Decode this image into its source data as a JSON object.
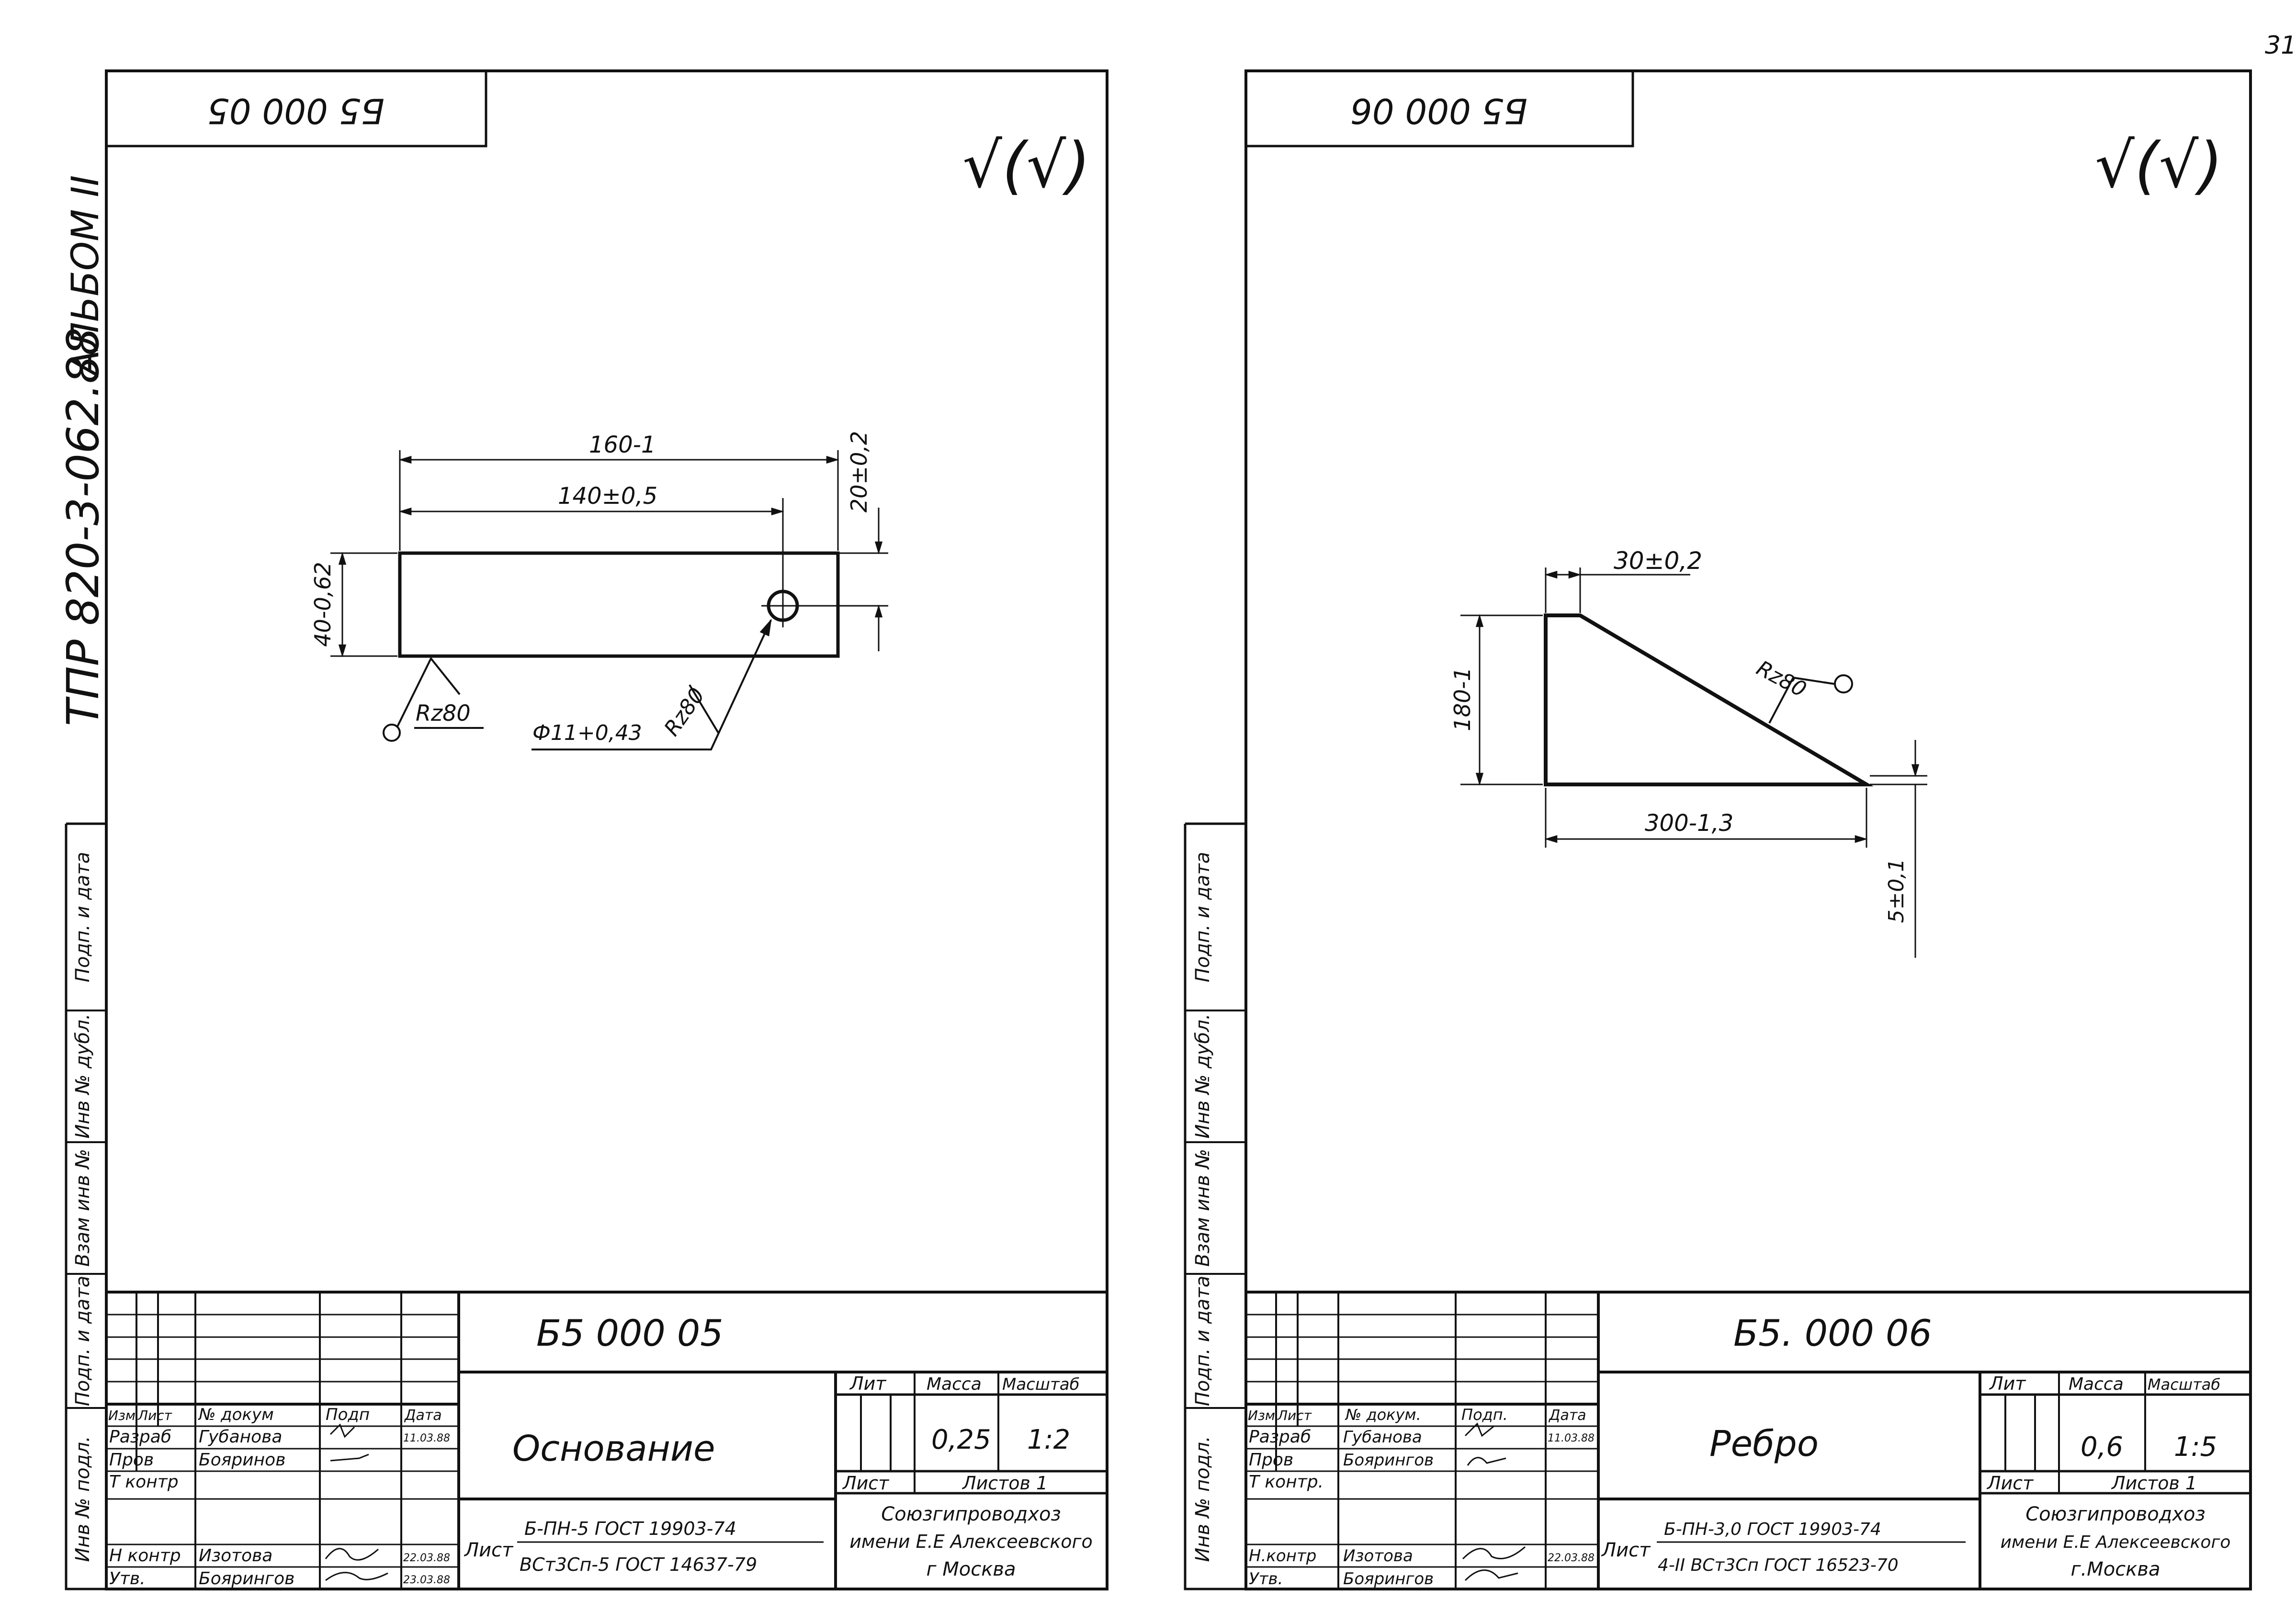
{
  "page_number": "31",
  "binding": {
    "album": "АЛЬБОМ II",
    "project": "ТПР 820-3-062.88"
  },
  "side_stamp": [
    "Инв № подл.",
    "Подп. и дата",
    "Взам инв №",
    "Инв № дубл.",
    "Подп. и дата"
  ],
  "drawings": [
    {
      "code_top": "Б5 000 05",
      "roughness": "√(√)",
      "dims": {
        "length": "160-1",
        "hole_pos": "140±0,5",
        "height": "40-0,62",
        "hole_offset": "20±0,2",
        "rough1": "Rz80",
        "rough2": "Rz80",
        "hole": "Ф11+0,43"
      },
      "title_block": {
        "designation": "Б5 000 05",
        "name": "Основание",
        "headers": [
          "Изм",
          "Лист",
          "№ докум",
          "Подп",
          "Дата"
        ],
        "roles": [
          "Разраб",
          "Пров",
          "Т контр",
          "",
          "Н контр",
          "Утв."
        ],
        "people": [
          "Губанова",
          "Бояринов",
          "",
          "",
          "Изотова",
          "Боярингов"
        ],
        "dates": [
          "11.03.88",
          "",
          "",
          "",
          "22.03.88",
          "23.03.88"
        ],
        "lit": "Лит",
        "mass_label": "Масса",
        "scale_label": "Масштаб",
        "mass": "0,25",
        "scale": "1:2",
        "sheet": "Лист",
        "sheets": "Листов 1",
        "material_prefix": "Лист",
        "material_1": "Б-ПН-5 ГОСТ 19903-74",
        "material_2": "ВСт3Сп-5 ГОСТ 14637-79",
        "org": [
          "Союзгипроводхоз",
          "имени Е.Е Алексеевского",
          "г Москва"
        ]
      }
    },
    {
      "code_top": "Б5 000 06",
      "roughness": "√(√)",
      "dims": {
        "top": "30±0,2",
        "height": "180-1",
        "rough": "Rz80",
        "length": "300-1,3",
        "tip": "5±0,1"
      },
      "title_block": {
        "designation": "Б5. 000 06",
        "name": "Ребро",
        "headers": [
          "Изм",
          "Лист",
          "№ докум.",
          "Подп.",
          "Дата"
        ],
        "roles": [
          "Разраб",
          "Пров",
          "Т контр.",
          "",
          "Н.контр",
          "Утв."
        ],
        "people": [
          "Губанова",
          "Боярингов",
          "",
          "",
          "Изотова",
          "Боярингов"
        ],
        "dates": [
          "11.03.88",
          "",
          "",
          "",
          "22.03.88",
          ""
        ],
        "lit": "Лит",
        "mass_label": "Масса",
        "scale_label": "Масштаб",
        "mass": "0,6",
        "scale": "1:5",
        "sheet": "Лист",
        "sheets": "Листов 1",
        "material_prefix": "Лист",
        "material_1": "Б-ПН-3,0 ГОСТ 19903-74",
        "material_2": "4-II ВСт3Сп ГОСТ 16523-70",
        "org": [
          "Союзгипроводхоз",
          "имени Е.Е Алексеевского",
          "г.Москва"
        ]
      }
    }
  ]
}
